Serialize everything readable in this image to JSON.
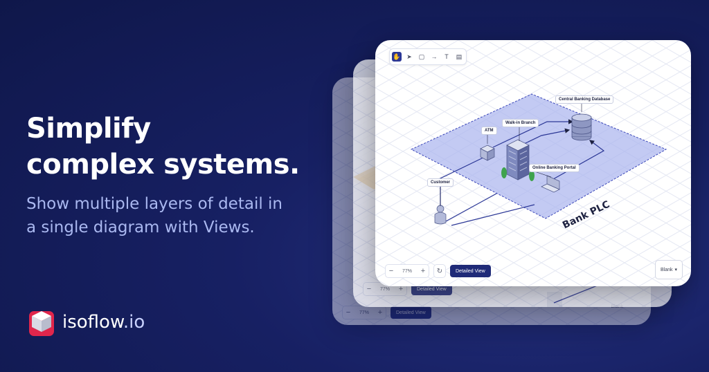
{
  "hero": {
    "headline_line1": "Simplify",
    "headline_line2": "complex systems.",
    "subline_line1": "Show multiple layers of detail in",
    "subline_line2": "a single diagram with Views."
  },
  "brand": {
    "name": "isoflow",
    "tld": ".io",
    "logo_icon": "isometric-cube-icon"
  },
  "front_card": {
    "toolbar": {
      "tools": [
        {
          "icon": "hand-icon",
          "label": "✋"
        },
        {
          "icon": "pointer-icon",
          "label": "➤"
        },
        {
          "icon": "rectangle-icon",
          "label": "▢"
        },
        {
          "icon": "connector-icon",
          "label": "→"
        },
        {
          "icon": "text-icon",
          "label": "T"
        },
        {
          "icon": "layers-icon",
          "label": "▤"
        }
      ]
    },
    "zoom": {
      "minus": "−",
      "value": "77%",
      "plus": "+"
    },
    "reset_icon": "↻",
    "view_button": "Detailed View",
    "blank_select": {
      "value": "Blank",
      "chevron": "▾"
    },
    "diagram": {
      "zone_name": "Bank PLC",
      "nodes": [
        {
          "label": "Central Banking Database",
          "icon": "database-icon"
        },
        {
          "label": "Walk-in Branch",
          "icon": "bank-building-icon"
        },
        {
          "label": "ATM",
          "icon": "atm-cube-icon"
        },
        {
          "label": "Online Banking Portal",
          "icon": "laptop-icon"
        },
        {
          "label": "Customer",
          "icon": "person-icon"
        }
      ],
      "colors": {
        "zone_fill": "#aab4ee",
        "zone_border": "#3a46b8",
        "connector": "#2b3796"
      }
    }
  },
  "back_cards": {
    "card1": {
      "zoom_value": "77%",
      "minus": "−",
      "plus": "+",
      "view_button": "Detailed View"
    },
    "card2": {
      "zoom_value": "77%",
      "minus": "−",
      "plus": "+",
      "view_button": "Detailed View",
      "blank_value": "Blank"
    }
  },
  "colors": {
    "background": "#172063",
    "headline": "#ffffff",
    "subline": "#aab8f0",
    "accent": "#1f2a78"
  }
}
